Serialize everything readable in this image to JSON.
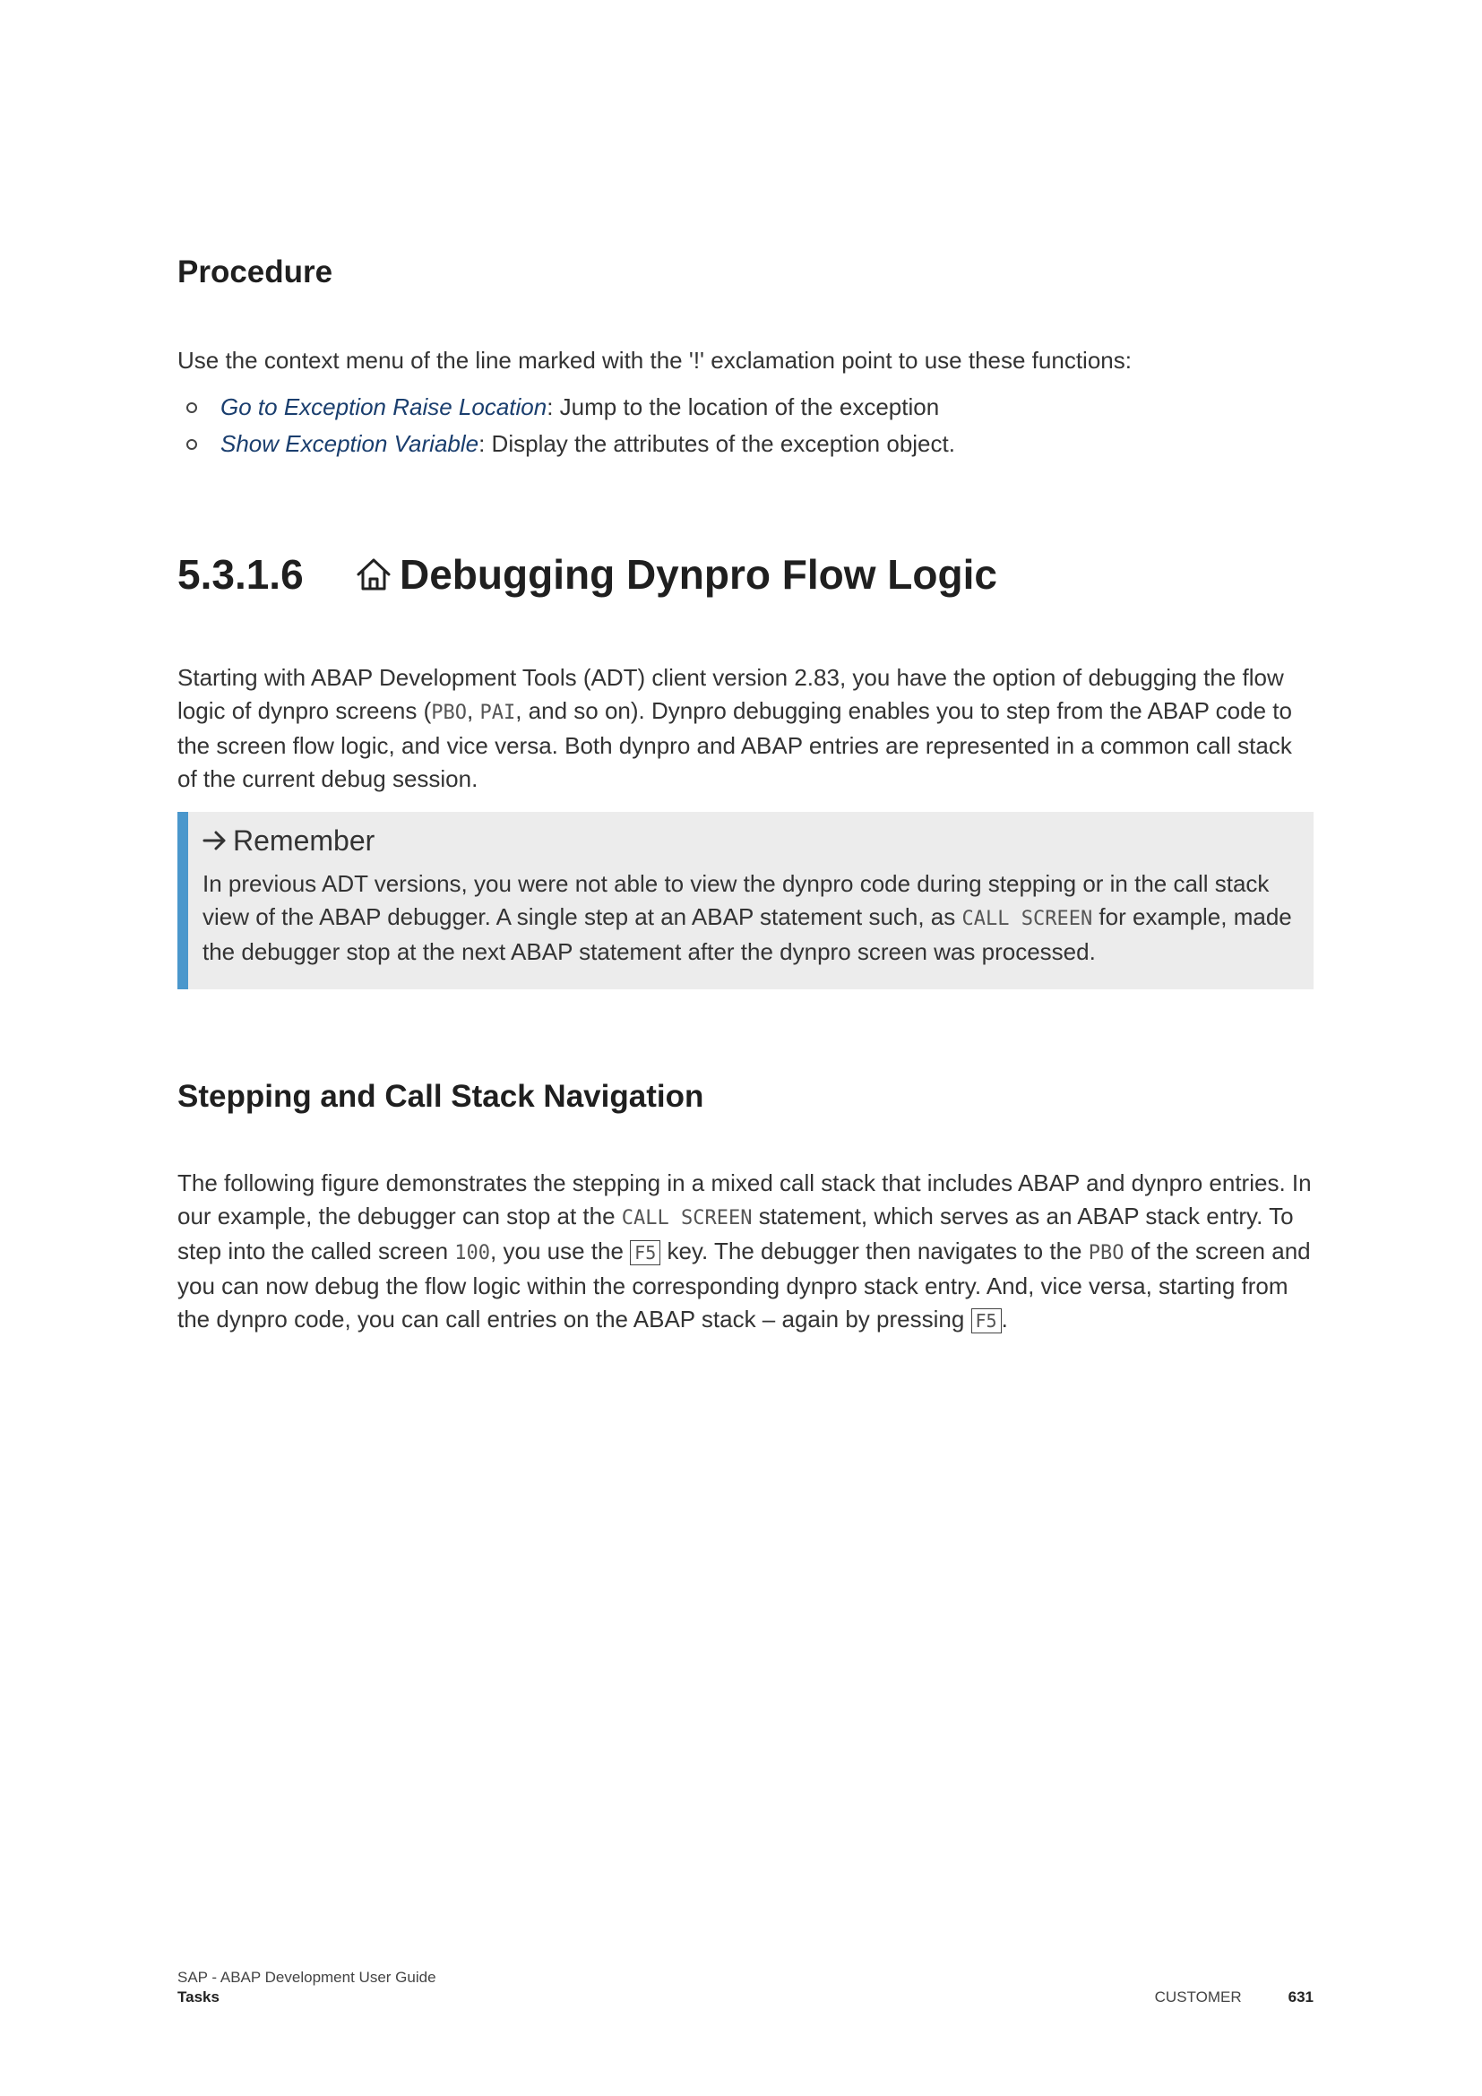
{
  "procedure": {
    "heading": "Procedure",
    "intro": "Use the context menu of the line marked with the '!' exclamation point to use these functions:",
    "bullets": [
      {
        "link": "Go to Exception Raise Location",
        "text": ": Jump to the location of the exception"
      },
      {
        "link": "Show Exception Variable",
        "text": ": Display the attributes of the exception object."
      }
    ]
  },
  "section": {
    "number": "5.3.1.6",
    "icon": "home-icon",
    "title": "Debugging Dynpro Flow Logic",
    "intro": {
      "t1": "Starting with ABAP Development Tools (ADT) client version 2.83, you have the option of debugging the flow logic of dynpro screens (",
      "c1": "PBO",
      "t2": ", ",
      "c2": "PAI",
      "t3": ", and so on). Dynpro debugging enables you to step from the ABAP code to the screen flow logic, and vice versa. Both dynpro and ABAP entries are represented in a common call stack of the current debug session."
    }
  },
  "remember": {
    "icon": "arrow-right-icon",
    "title": "Remember",
    "t1": "In previous ADT versions, you were not able to view the dynpro code during stepping or in the call stack view of the ABAP debugger. A single step at an ABAP statement such, as ",
    "c1": "CALL SCREEN",
    "t2": " for example, made the debugger stop at the next ABAP statement after the dynpro screen was processed.",
    "accent_color": "#4a97cc"
  },
  "stepping": {
    "heading": "Stepping and Call Stack Navigation",
    "t1": "The following figure demonstrates the stepping in a mixed call stack that includes ABAP and dynpro entries. In our example, the debugger can stop at the ",
    "c1": "CALL SCREEN",
    "t2": " statement, which serves as an ABAP stack entry. To step into the called screen ",
    "c2": "100",
    "t3": ", you use the ",
    "k1": "F5",
    "t4": " key. The debugger then navigates to the ",
    "c3": "PBO",
    "t5": " of the screen and you can now debug the flow logic within the corresponding dynpro stack entry. And, vice versa, starting from the dynpro code, you can call entries on the ABAP stack – again by pressing ",
    "k2": "F5",
    "t6": "."
  },
  "footer": {
    "doc_title": "SAP - ABAP Development User Guide",
    "chapter": "Tasks",
    "classification": "CUSTOMER",
    "page": "631"
  }
}
